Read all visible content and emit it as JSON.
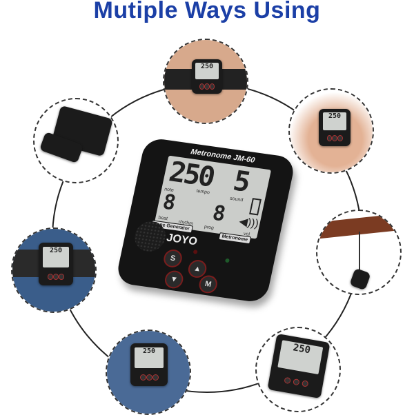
{
  "title": "Mutiple Ways Using",
  "device": {
    "model_label": "Metronome JM-60",
    "brand": "JOYO",
    "tempo_display": "250",
    "sound_display": "5",
    "beat_display": "8",
    "prog_display": "8",
    "labels": {
      "tempo": "tempo",
      "sound": "sound",
      "note": "note",
      "beat": "beat",
      "rhythm": "rhythm",
      "prog": "prog",
      "vol": "vol"
    },
    "mode_tags": [
      "Tone Generator",
      "Metronome"
    ],
    "buttons": [
      "S",
      "▲",
      "▼",
      "M"
    ]
  },
  "scenes": [
    "arm-strap",
    "hand-held",
    "guitar-headstock",
    "table",
    "jeans-pocket",
    "wrist-strap",
    "clip-back"
  ],
  "colors": {
    "title": "#1b3fa6",
    "body": "#141414",
    "lcd": "#cbcdca",
    "button_ring": "#7a1d1d"
  }
}
